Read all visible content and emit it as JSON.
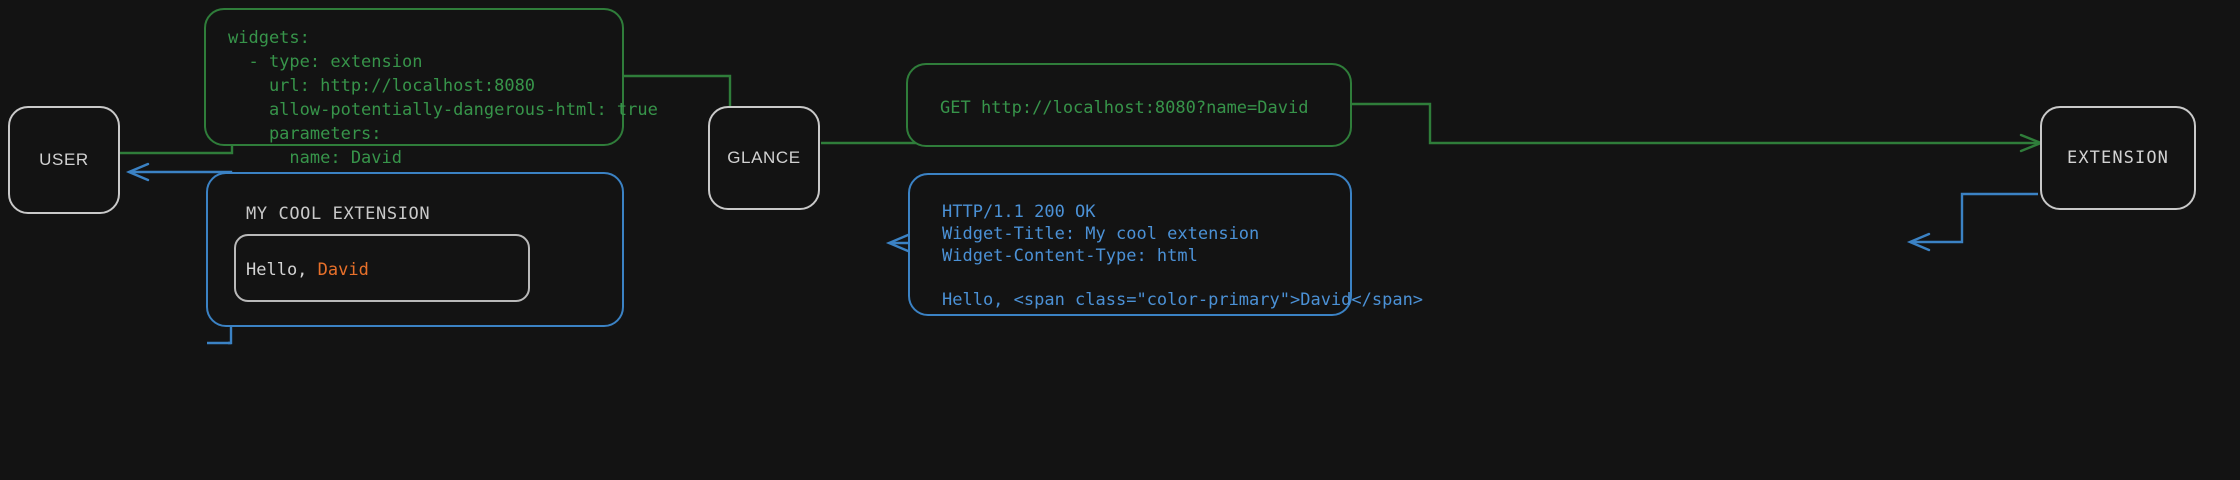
{
  "diagram": {
    "title": "glance extension request flow",
    "background_color": "#131313",
    "colors": {
      "node_border": "#c9c9c9",
      "request_green": "#2f7d3a",
      "request_text_green": "#37944a",
      "response_blue": "#3b82c4",
      "response_text_blue": "#4b91d6",
      "accent_orange": "#e8702a",
      "widget_text": "#d4d4d4"
    }
  },
  "nodes": [
    {
      "id": "user",
      "label": "USER"
    },
    {
      "id": "glance",
      "label": "GLANCE"
    },
    {
      "id": "extension",
      "label": "EXTENSION"
    }
  ],
  "messages": {
    "config_yaml": {
      "kind": "request",
      "lines": [
        "widgets:",
        "  - type: extension",
        "    url: http://localhost:8080",
        "    allow-potentially-dangerous-html: true",
        "    parameters:",
        "      name: David"
      ]
    },
    "http_request": {
      "kind": "request",
      "lines": [
        "GET http://localhost:8080?name=David"
      ]
    },
    "http_response": {
      "kind": "response",
      "lines": [
        "HTTP/1.1 200 OK",
        "Widget-Title: My cool extension",
        "Widget-Content-Type: html",
        "",
        "Hello, <span class=\"color-primary\">David</span>"
      ]
    },
    "rendered_widget": {
      "kind": "response",
      "header": "MY COOL EXTENSION",
      "body_prefix": "Hello, ",
      "body_accent": "David"
    }
  },
  "edges": [
    {
      "id": "user-to-config",
      "from": "user",
      "to": "config_yaml",
      "color": "#2f7d3a"
    },
    {
      "id": "config-to-glance",
      "from": "config_yaml",
      "to": "glance",
      "color": "#2f7d3a"
    },
    {
      "id": "glance-to-request",
      "from": "glance",
      "to": "http_request",
      "color": "#2f7d3a"
    },
    {
      "id": "request-to-extension",
      "from": "http_request",
      "to": "extension",
      "color": "#2f7d3a"
    },
    {
      "id": "extension-to-response",
      "from": "extension",
      "to": "http_response",
      "color": "#3b82c4"
    },
    {
      "id": "response-to-glance",
      "from": "http_response",
      "to": "glance",
      "color": "#3b82c4"
    },
    {
      "id": "glance-to-widget",
      "from": "glance",
      "to": "rendered_widget",
      "color": "#3b82c4"
    },
    {
      "id": "widget-to-user",
      "from": "rendered_widget",
      "to": "user",
      "color": "#3b82c4"
    }
  ]
}
